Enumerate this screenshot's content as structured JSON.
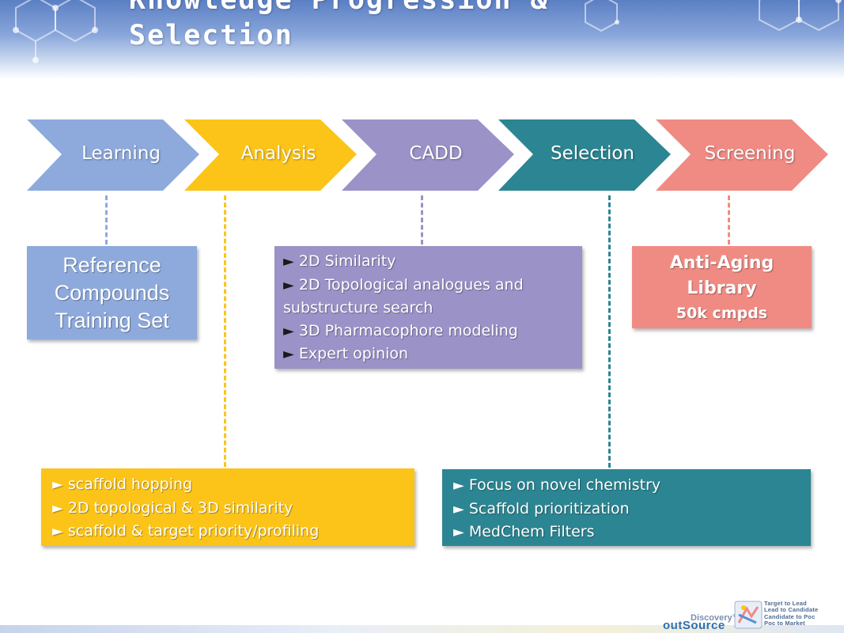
{
  "header": {
    "title_line1": "Knowledge Progression &",
    "title_line2": "Selection"
  },
  "process_steps": [
    {
      "label": "Learning",
      "color": "#8eaadc"
    },
    {
      "label": "Analysis",
      "color": "#fcc419"
    },
    {
      "label": "CADD",
      "color": "#9b92c8"
    },
    {
      "label": "Selection",
      "color": "#2c8592"
    },
    {
      "label": "Screening",
      "color": "#f08b84"
    }
  ],
  "reference_box": {
    "lines": [
      "Reference",
      "Compounds",
      "Training Set"
    ]
  },
  "cadd_box": {
    "items": [
      "2D Similarity",
      "2D Topological analogues and substructure search",
      "3D Pharmacophore modeling",
      "Expert opinion"
    ]
  },
  "library_box": {
    "line1": "Anti-Aging",
    "line2": "Library",
    "line3": "50k cmpds"
  },
  "analysis_box": {
    "items": [
      "scaffold hopping",
      "2D topological & 3D similarity",
      "scaffold & target priority/profiling"
    ]
  },
  "selection_box": {
    "items": [
      "Focus on novel chemistry",
      "Scaffold prioritization",
      "MedChem Filters"
    ]
  },
  "bullet_glyph": "►",
  "footer": {
    "logo_discovery": "Discovery™",
    "logo_outsource": "outSource",
    "taglines": [
      "Target to Lead",
      "Lead to Candidate",
      "Candidate to Poc",
      "Poc to Market"
    ]
  }
}
